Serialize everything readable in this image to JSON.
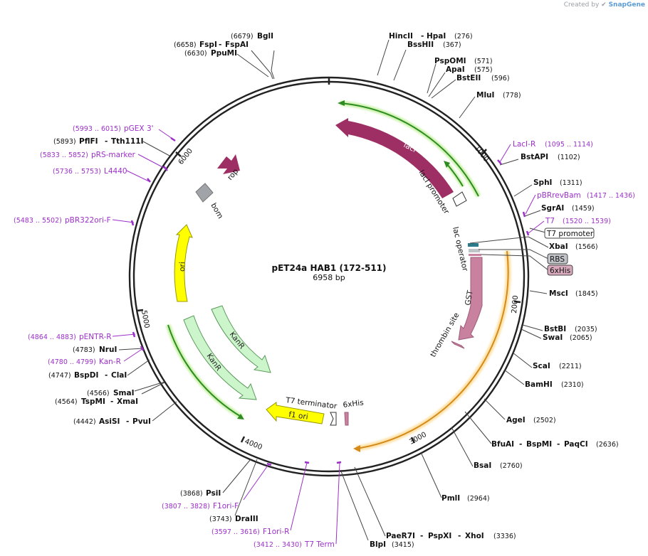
{
  "credit": {
    "prefix": "Created by",
    "brand": "SnapGene"
  },
  "plasmid": {
    "name": "pET24a HAB1 (172-511)",
    "length_label": "6958 bp"
  },
  "ticks": [
    "1000",
    "2000",
    "3000",
    "4000",
    "5000",
    "6000"
  ],
  "sites": [
    {
      "name": "BglI",
      "pos": "(6679)"
    },
    {
      "name": "FspI",
      "name2": "FspAI",
      "pos": "(6658)"
    },
    {
      "name": "PpuMI",
      "pos": "(6630)"
    },
    {
      "name": "HincII",
      "name2": "HpaI",
      "pos": "(276)"
    },
    {
      "name": "BssHII",
      "pos": "(367)"
    },
    {
      "name": "PspOMI",
      "pos": "(571)"
    },
    {
      "name": "ApaI",
      "pos": "(575)"
    },
    {
      "name": "BstEII",
      "pos": "(596)"
    },
    {
      "name": "MluI",
      "pos": "(778)"
    },
    {
      "name": "BstAPI",
      "pos": "(1102)"
    },
    {
      "name": "SphI",
      "pos": "(1311)"
    },
    {
      "name": "SgrAI",
      "pos": "(1459)"
    },
    {
      "name": "XbaI",
      "pos": "(1566)"
    },
    {
      "name": "MscI",
      "pos": "(1845)"
    },
    {
      "name": "BstBI",
      "pos": "(2035)"
    },
    {
      "name": "SwaI",
      "pos": "(2065)"
    },
    {
      "name": "ScaI",
      "pos": "(2211)"
    },
    {
      "name": "BamHI",
      "pos": "(2310)"
    },
    {
      "name": "AgeI",
      "pos": "(2502)"
    },
    {
      "name": "BfuAI",
      "name2": "BspMI",
      "name3": "PaqCI",
      "pos": "(2636)"
    },
    {
      "name": "BsaI",
      "pos": "(2760)"
    },
    {
      "name": "PmlI",
      "pos": "(2964)"
    },
    {
      "name": "PaeR7I",
      "name2": "PspXI",
      "name3": "XhoI",
      "pos": "(3336)"
    },
    {
      "name": "BlpI",
      "pos": "(3415)"
    },
    {
      "name": "DraIII",
      "pos": "(3743)"
    },
    {
      "name": "PsiI",
      "pos": "(3868)"
    },
    {
      "name": "AsiSI",
      "name2": "PvuI",
      "pos": "(4442)"
    },
    {
      "name": "TspMI",
      "name2": "XmaI",
      "pos": "(4564)"
    },
    {
      "name": "SmaI",
      "pos": "(4566)"
    },
    {
      "name": "BspDI",
      "name2": "ClaI",
      "pos": "(4747)"
    },
    {
      "name": "NruI",
      "pos": "(4783)"
    },
    {
      "name": "PflFI",
      "name2": "Tth111I",
      "pos": "(5893)"
    }
  ],
  "primers": [
    {
      "name": "LacI-R",
      "range": "(1095 .. 1114)"
    },
    {
      "name": "pBRrevBam",
      "range": "(1417 .. 1436)"
    },
    {
      "name": "T7",
      "range": "(1520 .. 1539)"
    },
    {
      "name": "pGEX 3'",
      "range": "(5993 .. 6015)"
    },
    {
      "name": "pRS-marker",
      "range": "(5833 .. 5852)"
    },
    {
      "name": "L4440",
      "range": "(5736 .. 5753)"
    },
    {
      "name": "pBR322ori-F",
      "range": "(5483 .. 5502)"
    },
    {
      "name": "pENTR-R",
      "range": "(4864 .. 4883)"
    },
    {
      "name": "Kan-R",
      "range": "(4780 .. 4799)"
    },
    {
      "name": "F1ori-F",
      "range": "(3807 .. 3828)"
    },
    {
      "name": "F1ori-R",
      "range": "(3597 .. 3616)"
    },
    {
      "name": "T7 Term",
      "range": "(3412 .. 3430)"
    }
  ],
  "boxes": {
    "t7promoter": "T7 promoter",
    "rbs": "RBS",
    "his": "6xHis"
  },
  "features": {
    "lacI": "lacI",
    "lacI_promoter": "lacI promoter",
    "lac_operator": "lac operator",
    "gst": "GST",
    "thrombin": "thrombin site",
    "rop": "rop",
    "bom": "bom",
    "ori": "ori",
    "kanR1": "KanR",
    "kanR2": "KanR",
    "t7term": "T7 terminator",
    "his_inner": "6xHis",
    "f1ori": "f1 ori"
  },
  "colors": {
    "lacI": "#9e2f64",
    "gst": "#c8819e",
    "rop": "#9e2f64",
    "ori": "#ffff00",
    "kanR": "#ccf5cc",
    "bom": "#a0a4a8",
    "green_arc": "#2e8b22",
    "orange_arc": "#d38b1c",
    "primer": "#9b30c8"
  }
}
